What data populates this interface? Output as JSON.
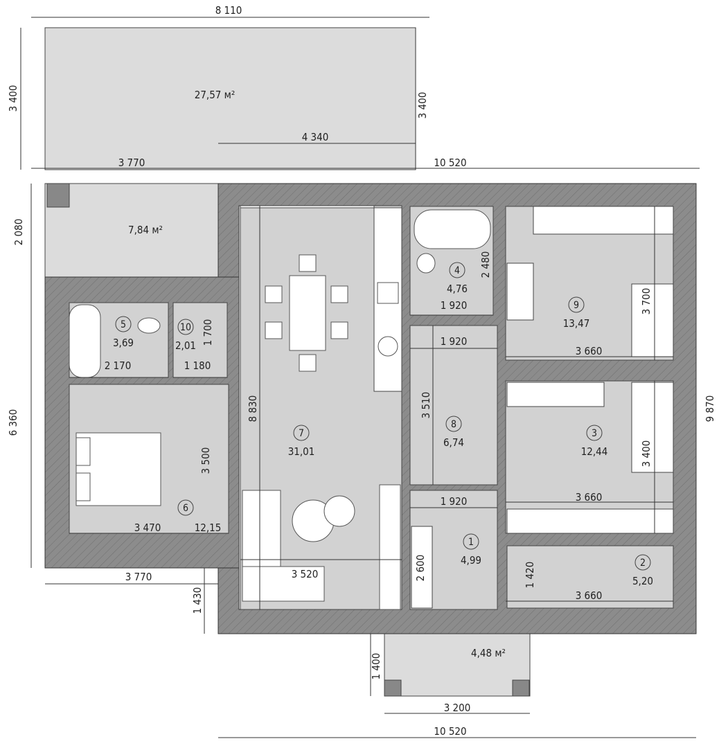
{
  "title": "House floor plan",
  "colors": {
    "wall": "#8c8c8c",
    "room": "#d2d2d2",
    "terrace": "#dcdcdc"
  },
  "terraces": [
    {
      "area": "27,57 м²"
    },
    {
      "area": "7,84 м²"
    },
    {
      "area": "4,48 м²"
    }
  ],
  "rooms": [
    {
      "number": "1",
      "area": "4,99"
    },
    {
      "number": "2",
      "area": "5,20"
    },
    {
      "number": "3",
      "area": "12,44"
    },
    {
      "number": "4",
      "area": "4,76"
    },
    {
      "number": "5",
      "area": "3,69"
    },
    {
      "number": "6",
      "area": "12,15"
    },
    {
      "number": "7",
      "area": "31,01"
    },
    {
      "number": "8",
      "area": "6,74"
    },
    {
      "number": "9",
      "area": "13,47"
    },
    {
      "number": "10",
      "area": "2,01"
    }
  ],
  "dimensions": [
    "8 110",
    "3 400",
    "3 400",
    "4 340",
    "3 770",
    "10 520",
    "2 080",
    "6 360",
    "9 870",
    "3 770",
    "1 430",
    "1 400",
    "3 200",
    "10 520",
    "8 830",
    "3 520",
    "2 480",
    "1 920",
    "1 920",
    "3 510",
    "1 920",
    "2 600",
    "3 660",
    "3 700",
    "3 400",
    "3 660",
    "1 420",
    "3 660",
    "2 170",
    "1 180",
    "1 700",
    "3 500",
    "3 470"
  ]
}
